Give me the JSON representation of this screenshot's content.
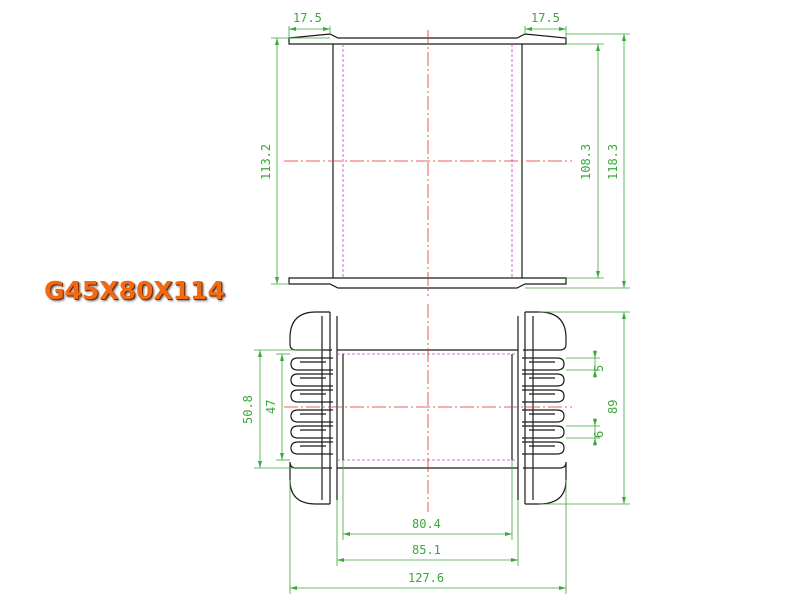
{
  "title": "G45X80X114",
  "colors": {
    "title": "#f06a14",
    "object": "#1a1a1a",
    "centerline": "#e03030",
    "hidden": "#d040d0",
    "dimension": "#3aa83a"
  },
  "dims": {
    "top_left_flange": "17.5",
    "top_right_flange": "17.5",
    "overall_height_left": "113.2",
    "inner_height": "108.3",
    "overall_height_right": "118.3",
    "window_height": "50.8",
    "inner_window": "47",
    "slot_pitch": "5",
    "slot_width": "6",
    "bottom_view_height": "89",
    "inner_width": "80.4",
    "core_width": "85.1",
    "overall_width": "127.6"
  }
}
